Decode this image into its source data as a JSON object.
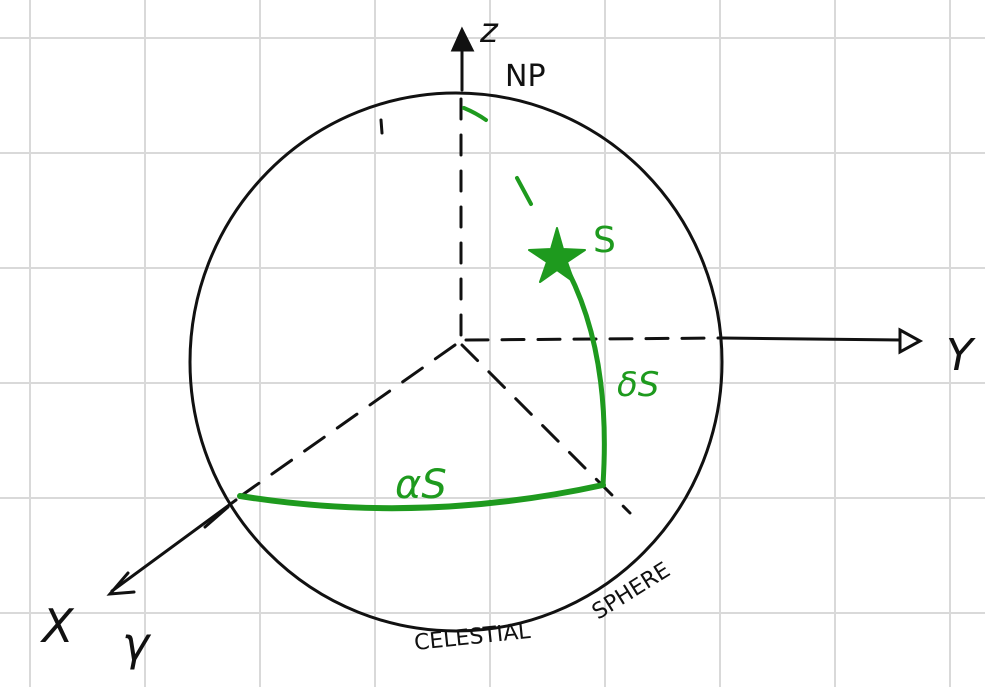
{
  "colors": {
    "ink": "#111111",
    "green": "#1e9a1e",
    "grid": "#d9d9d9",
    "background": "#ffffff"
  },
  "labels": {
    "z_axis": "z",
    "north_pole": "NP",
    "y_axis": "Y",
    "x_axis": "X",
    "vernal_equinox": "γ",
    "star": "S",
    "declination": "δS",
    "right_ascension": "αS",
    "sphere_word1": "CELESTIAL",
    "sphere_word2": "SPHERE"
  },
  "icons": {
    "star": "star-icon"
  }
}
